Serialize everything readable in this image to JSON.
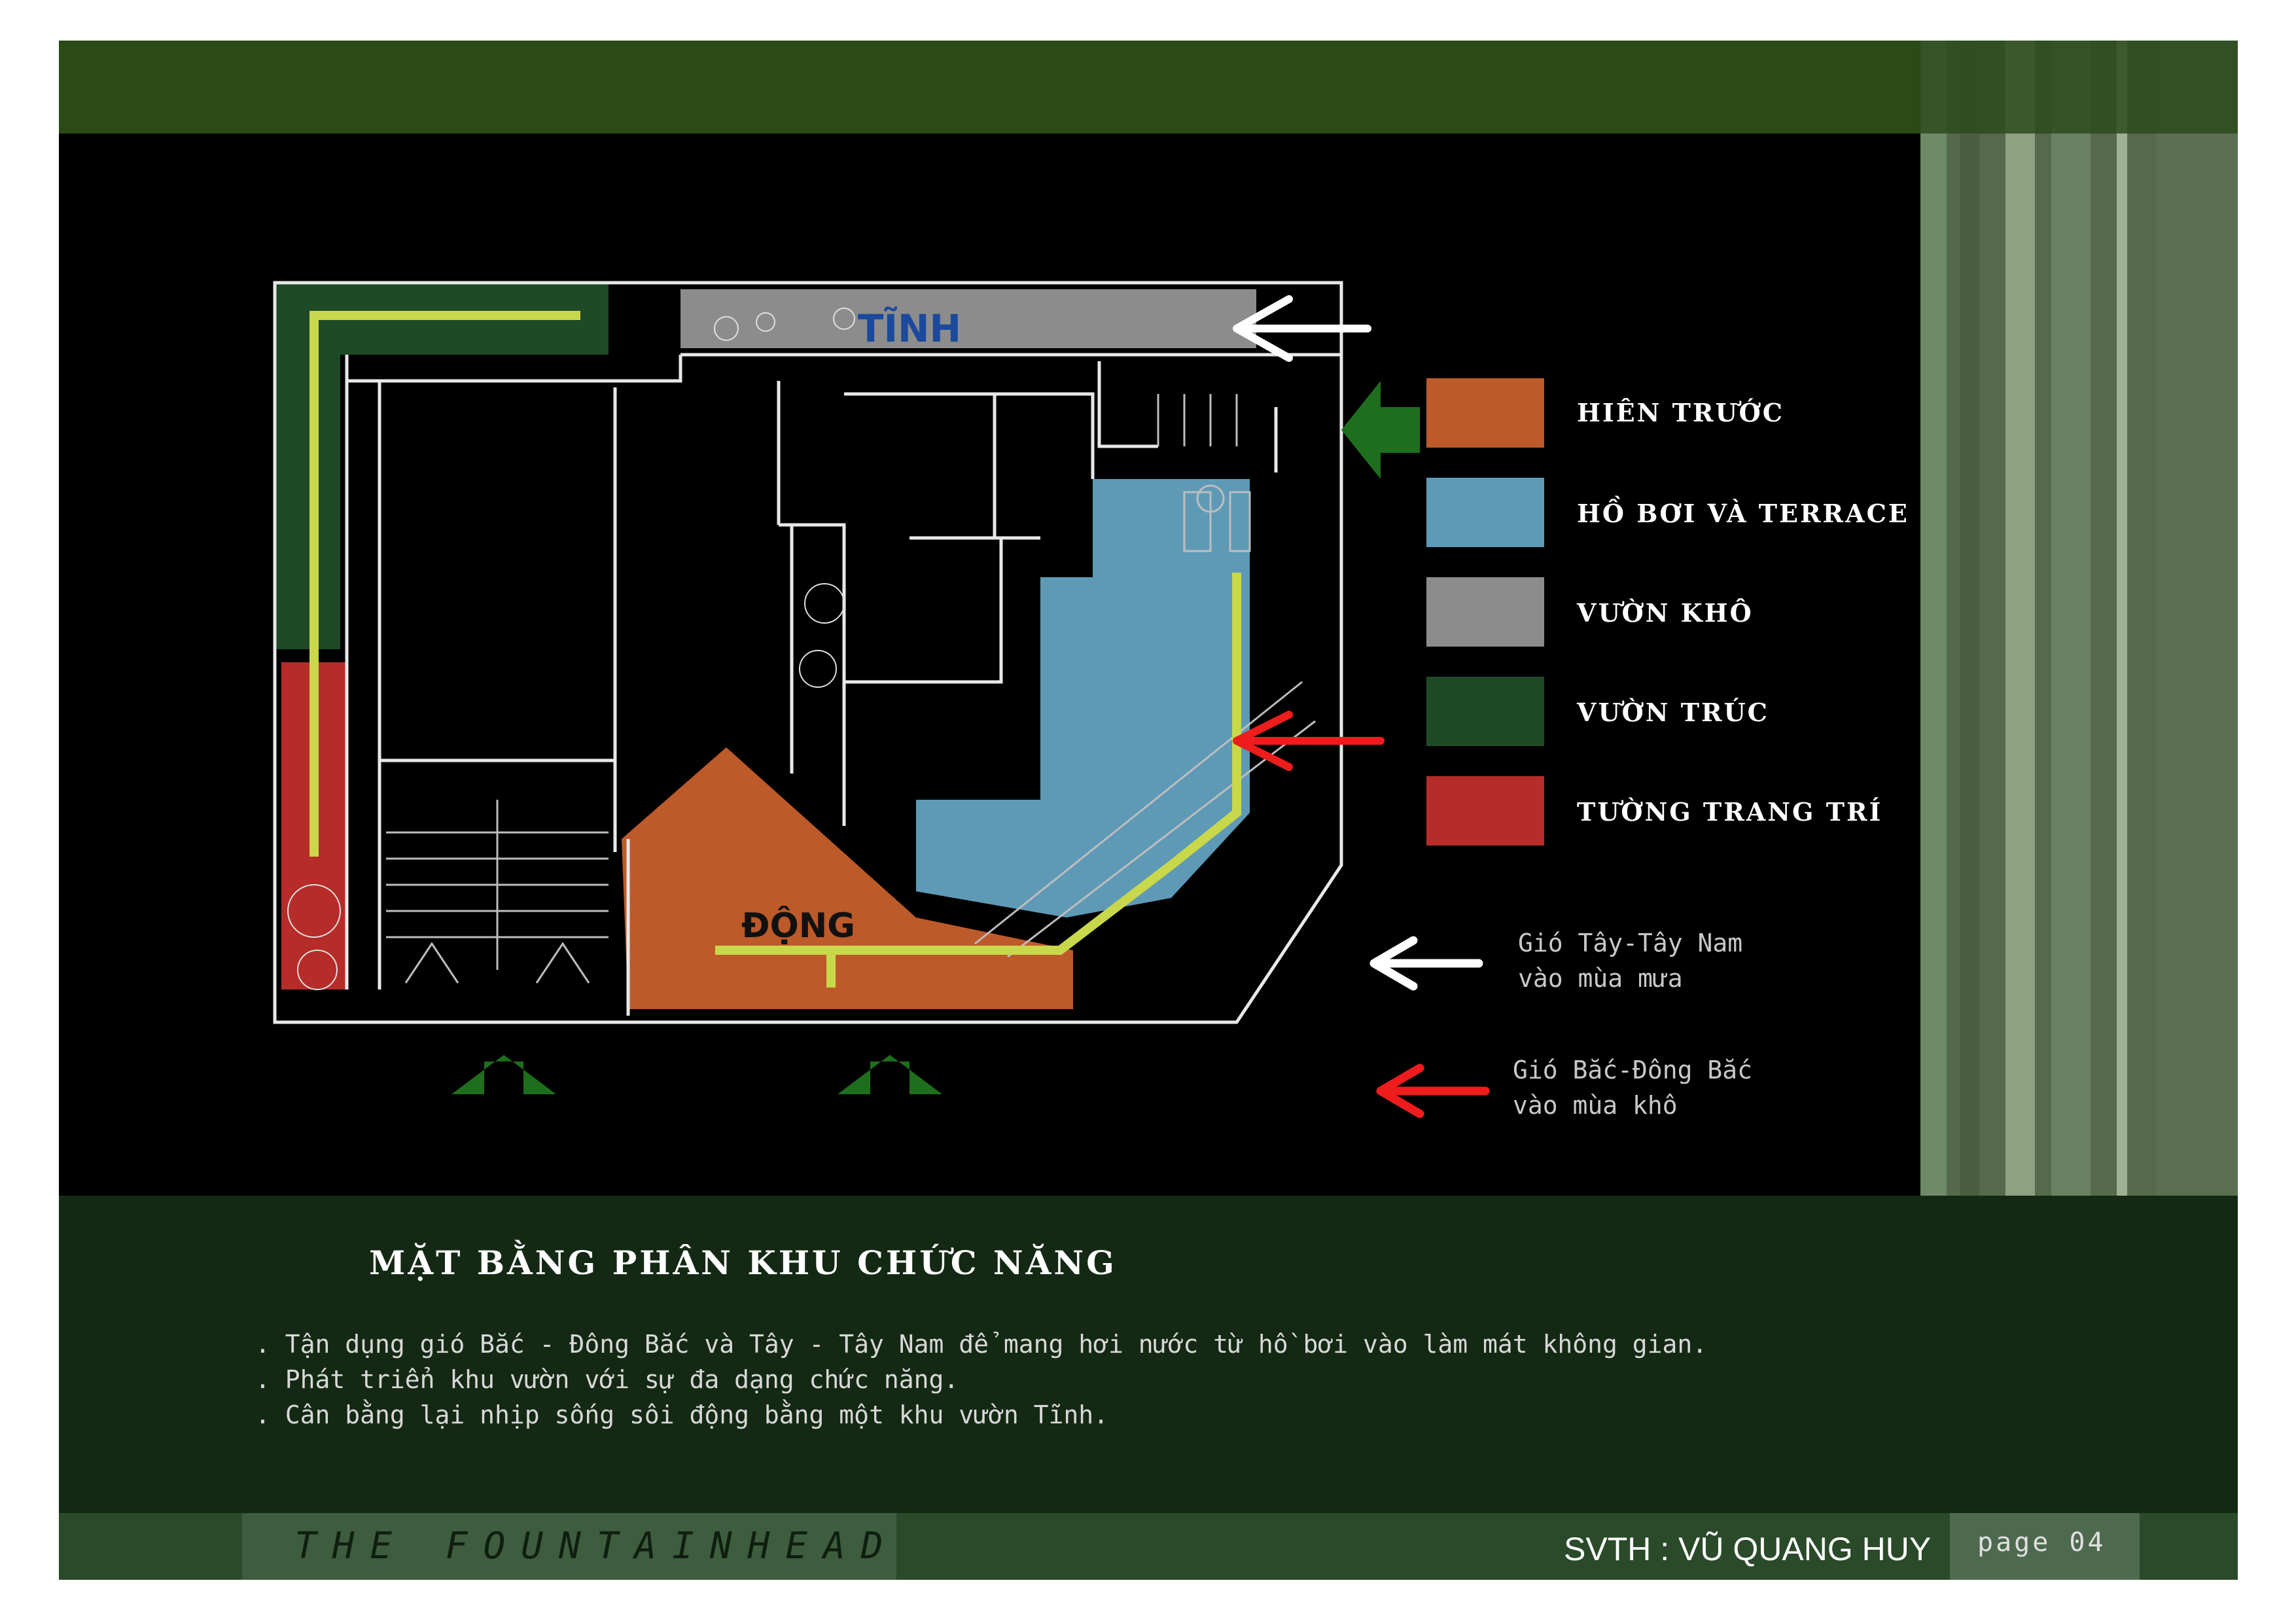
{
  "plan": {
    "label_static": "TĨNH",
    "label_dynamic": "ĐỘNG"
  },
  "legend": [
    {
      "label": "HIÊN TRƯỚC",
      "color": "#bc5a2a"
    },
    {
      "label": "HỒ BƠI VÀ TERRACE",
      "color": "#5e9ab6"
    },
    {
      "label": "VƯỜN KHÔ",
      "color": "#8c8c8c"
    },
    {
      "label": "VƯỜN TRÚC",
      "color": "#1e4a26"
    },
    {
      "label": "TƯỜNG TRANG TRÍ",
      "color": "#b52c28"
    }
  ],
  "wind": [
    {
      "line1": "Gió Tây-Tây Nam",
      "line2": "vào mùa mưa",
      "arrow_color": "#ffffff"
    },
    {
      "line1": "Gió Bắc-Đông Bắc",
      "line2": "vào mùa khô",
      "arrow_color": "#ee1c1c"
    }
  ],
  "section": {
    "title": "MẶT BẰNG PHÂN KHU CHỨC NĂNG",
    "notes": [
      ". Tận dụng gió Bắc - Đông Bắc và Tây - Tây Nam để mang hơi nước từ hồ bơi vào làm mát không gian.",
      ". Phát triển khu vườn với sự đa dạng chức năng.",
      ". Cân bằng lại nhịp sống sôi động bằng một khu vườn Tĩnh."
    ]
  },
  "footer": {
    "project_title": "THE FOUNTAINHEAD",
    "author": "SVTH : VŨ QUANG HUY",
    "page": "page 04"
  },
  "colors": {
    "entrance_arrow": "#1e6e1e",
    "path_line": "#c8d84a",
    "wall": "#e8e8e8"
  }
}
